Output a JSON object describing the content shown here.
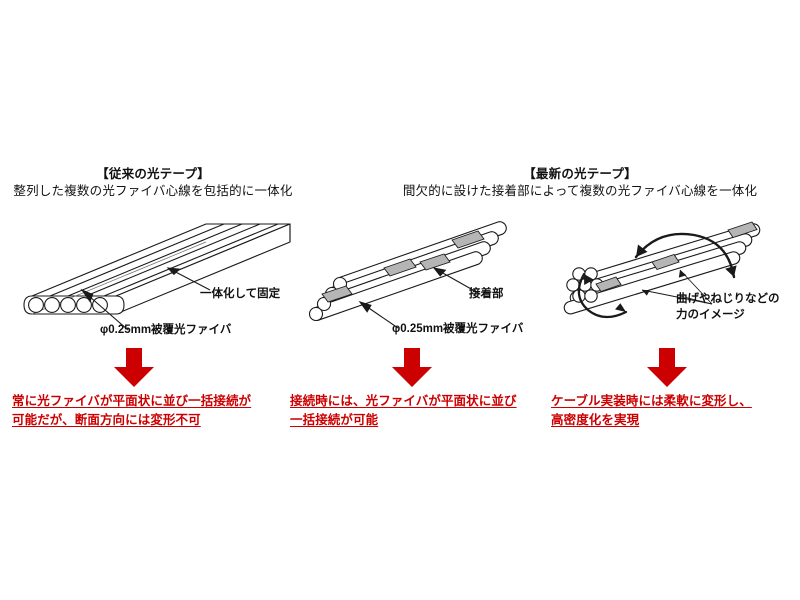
{
  "document": {
    "background": "#ffffff",
    "accent_red": "#cc0000",
    "line_color": "#1a1a1a",
    "adhesive_gray": "#b5b5b5"
  },
  "panels": [
    {
      "id": "conventional",
      "title": "【従来の光テープ】",
      "subtitle": "整列した複数の光ファイバ心線を包括的に一体化",
      "labels": {
        "fixing": "一体化して固定",
        "fiber": "φ0.25mm被覆光ファイバ"
      },
      "caption_lines": [
        "常に光ファイバが平面状に並び一括接続が",
        "可能だが、断面方向には変形不可"
      ]
    },
    {
      "id": "latest-connect",
      "title": "【最新の光テープ】",
      "subtitle": "間欠的に設けた接着部によって複数の光ファイバ心線を一体化",
      "labels": {
        "adhesive": "接着部",
        "fiber": "φ0.25mm被覆光ファイバ"
      },
      "caption_lines": [
        "接続時には、光ファイバが平面状に並び",
        "一括接続が可能"
      ]
    },
    {
      "id": "latest-flex",
      "title": "",
      "subtitle": "",
      "labels": {
        "force_line1": "曲げやねじりなどの",
        "force_line2": "力のイメージ"
      },
      "caption_lines": [
        "ケーブル実装時には柔軟に変形し、",
        "高密度化を実現"
      ]
    }
  ],
  "icons": {
    "down_arrow": "down-arrow-icon",
    "leader_arrow": "leader-arrow-icon",
    "rotation_arrow": "rotation-arrow-icon"
  }
}
